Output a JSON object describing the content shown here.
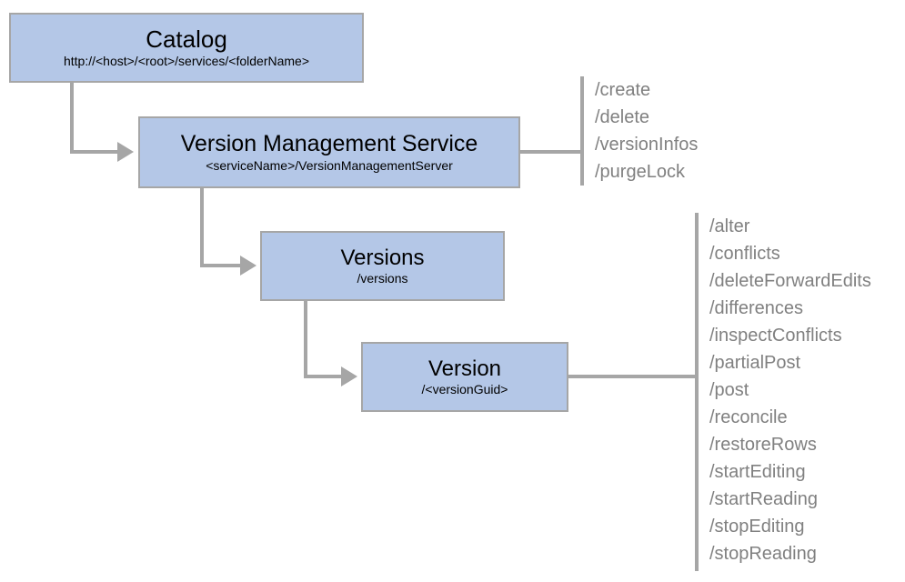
{
  "diagram": {
    "nodes": {
      "catalog": {
        "title": "Catalog",
        "subtitle": "http://<host>/<root>/services/<folderName>"
      },
      "service": {
        "title": "Version Management Service",
        "subtitle": "<serviceName>/VersionManagementServer"
      },
      "versions": {
        "title": "Versions",
        "subtitle": "/versions"
      },
      "version": {
        "title": "Version",
        "subtitle": "/<versionGuid>"
      }
    },
    "operations": {
      "service": [
        "/create",
        "/delete",
        "/versionInfos",
        "/purgeLock"
      ],
      "version": [
        "/alter",
        "/conflicts",
        "/deleteForwardEdits",
        "/differences",
        "/inspectConflicts",
        "/partialPost",
        "/post",
        "/reconcile",
        "/restoreRows",
        "/startEditing",
        "/startReading",
        "/stopEditing",
        "/stopReading"
      ]
    },
    "colors": {
      "node_fill": "#b4c7e7",
      "node_border": "#a6a6a6",
      "connector": "#a6a6a6",
      "operation_text": "#808080",
      "node_text": "#000000",
      "background": "#ffffff"
    }
  }
}
